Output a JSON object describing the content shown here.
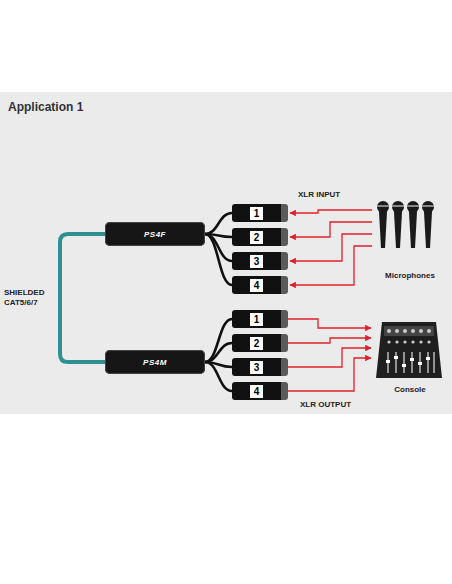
{
  "diagram": {
    "title": "Application 1",
    "nodes": [
      {
        "text": [
          "PS4F"
        ]
      },
      {
        "text": [
          "1"
        ]
      },
      {
        "text": [
          "2"
        ]
      },
      {
        "text": [
          "3"
        ]
      },
      {
        "text": [
          "4"
        ]
      },
      {
        "text": [
          "Microphones"
        ]
      },
      {
        "text": [
          "PS4M"
        ]
      },
      {
        "text": [
          "1"
        ]
      },
      {
        "text": [
          "2"
        ]
      },
      {
        "text": [
          "3"
        ]
      },
      {
        "text": [
          "4"
        ]
      },
      {
        "text": [
          "Console"
        ]
      }
    ],
    "edges": [
      {
        "from": 0,
        "to": 6,
        "arrow": "none",
        "label": "SHIELDED CAT5/6/7"
      },
      {
        "from": 0,
        "to": 1,
        "arrow": "none"
      },
      {
        "from": 0,
        "to": 2,
        "arrow": "none"
      },
      {
        "from": 0,
        "to": 3,
        "arrow": "none"
      },
      {
        "from": 0,
        "to": 4,
        "arrow": "none"
      },
      {
        "from": 5,
        "to": 1,
        "arrow": "to"
      },
      {
        "from": 5,
        "to": 2,
        "arrow": "to"
      },
      {
        "from": 5,
        "to": 3,
        "arrow": "to"
      },
      {
        "from": 5,
        "to": 4,
        "arrow": "to"
      },
      {
        "from": 6,
        "to": 7,
        "arrow": "none"
      },
      {
        "from": 6,
        "to": 8,
        "arrow": "none"
      },
      {
        "from": 6,
        "to": 9,
        "arrow": "none"
      },
      {
        "from": 6,
        "to": 10,
        "arrow": "none"
      },
      {
        "from": 7,
        "to": 11,
        "arrow": "to"
      },
      {
        "from": 8,
        "to": 11,
        "arrow": "to"
      },
      {
        "from": 9,
        "to": 11,
        "arrow": "to"
      },
      {
        "from": 10,
        "to": 11,
        "arrow": "to"
      }
    ],
    "labels": [
      "XLR INPUT",
      "XLR OUTPUT"
    ]
  }
}
